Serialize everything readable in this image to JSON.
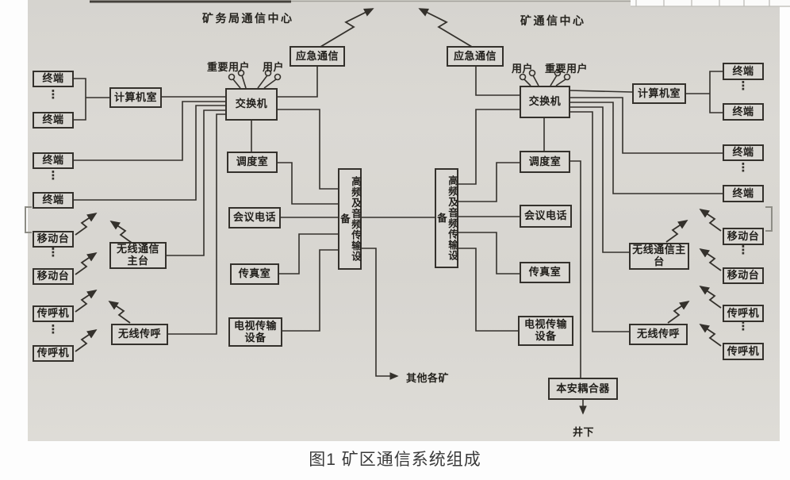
{
  "figure": {
    "caption": "图1 矿区通信系统组成"
  },
  "diagram": {
    "sections": {
      "bureau_center_title": "矿务局通信中心",
      "mine_center_title": "矿通信中心"
    },
    "labels": {
      "important_users": "重要用户",
      "users": "用户",
      "other_mines": "其他各矿",
      "underground": "井下",
      "ellipsis": "⋮"
    },
    "nodes": {
      "terminal": "终端",
      "computer_room": "计算机室",
      "switchboard": "交换机",
      "emergency_comm": "应急通信",
      "dispatch_room": "调度室",
      "conference_phone": "会议电话",
      "fax_room": "传真室",
      "tv_transmission": "电视传输设备",
      "hf_audio_transmission": "高频及音频传输设备",
      "mobile_station": "移动台",
      "wireless_main_station": "无线通信主台",
      "pager": "传呼机",
      "wireless_paging": "无线传呼",
      "intrinsically_safe_coupler": "本安耦合器"
    },
    "colors": {
      "scan_background": "#d9d7d2",
      "line": "#34312c",
      "text": "#211f1b"
    }
  }
}
